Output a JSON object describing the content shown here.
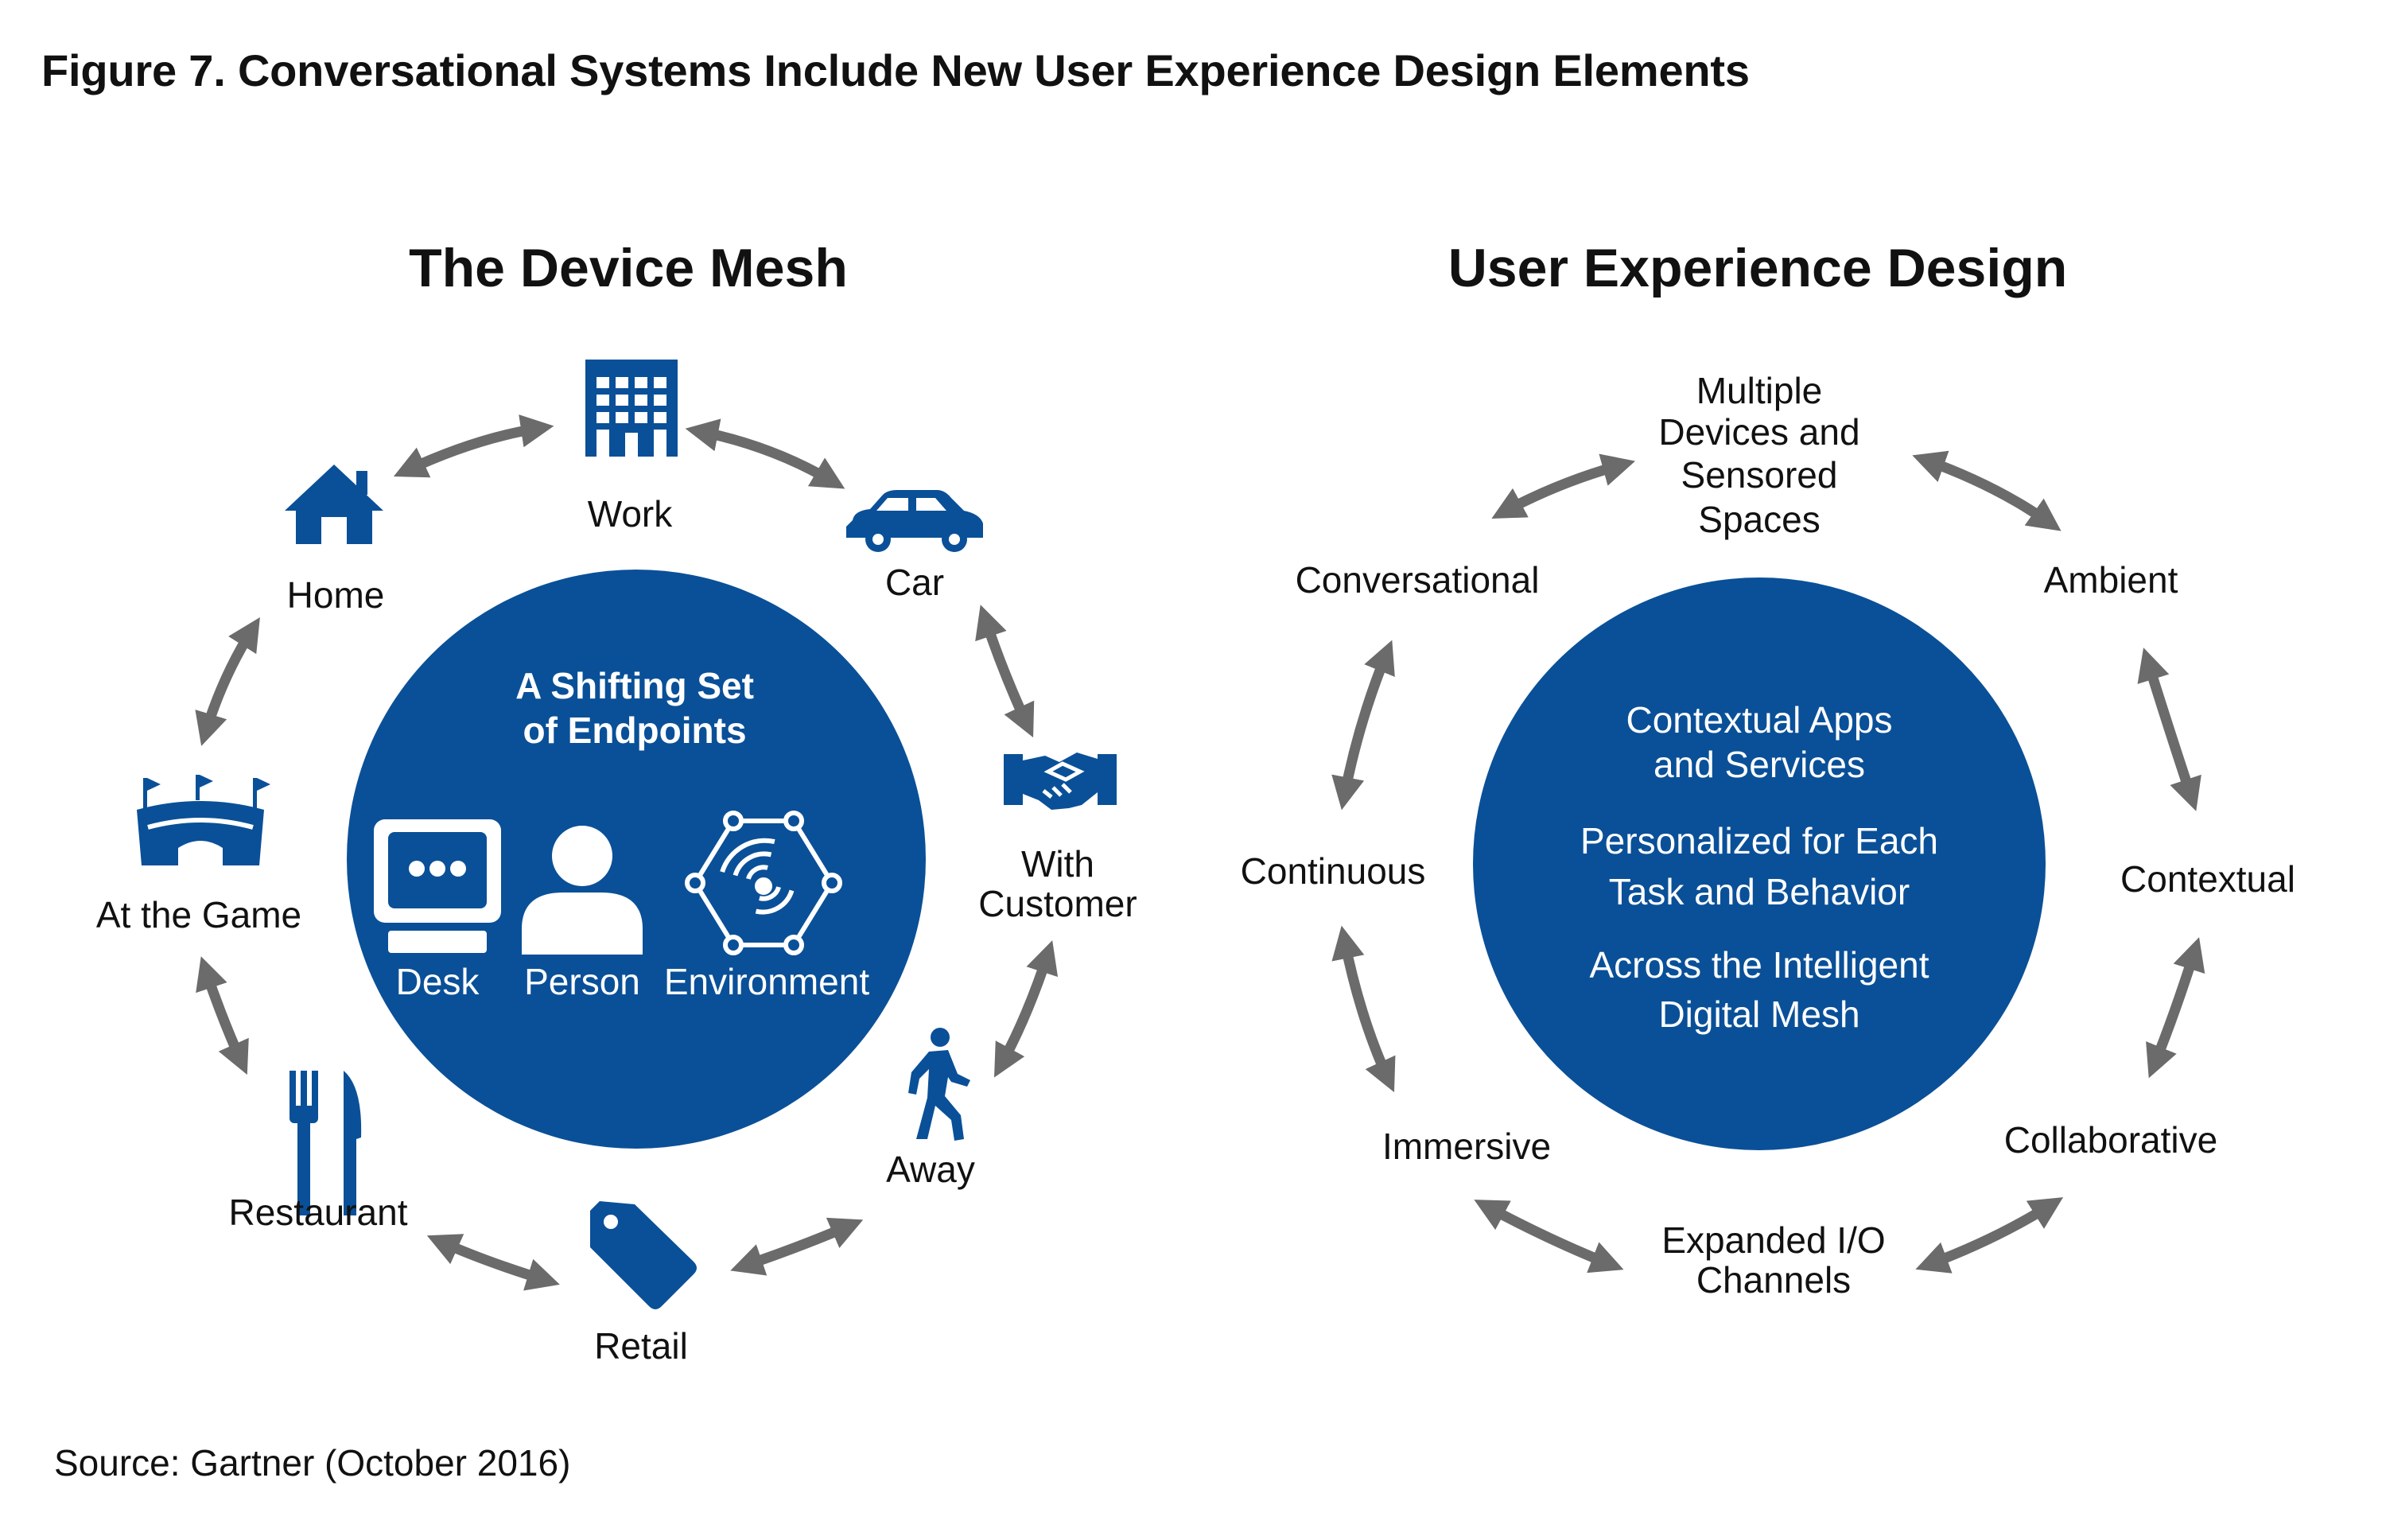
{
  "figure_title": "Figure 7. Conversational Systems Include New User Experience Design Elements",
  "device_mesh": {
    "title": "The Device Mesh",
    "center_heading": [
      "A Shifting Set",
      "of Endpoints"
    ],
    "endpoints": [
      {
        "label": "Desk",
        "icon": "desk-terminal-icon"
      },
      {
        "label": "Person",
        "icon": "person-icon"
      },
      {
        "label": "Environment",
        "icon": "environment-sensor-icon"
      }
    ],
    "nodes": [
      {
        "lines": [
          "Work"
        ],
        "icon": "building-icon"
      },
      {
        "lines": [
          "Car"
        ],
        "icon": "car-icon"
      },
      {
        "lines": [
          "With",
          "Customer"
        ],
        "icon": "handshake-icon"
      },
      {
        "lines": [
          "Away"
        ],
        "icon": "walking-person-icon"
      },
      {
        "lines": [
          "Retail"
        ],
        "icon": "price-tag-icon"
      },
      {
        "lines": [
          "Restaurant"
        ],
        "icon": "fork-knife-icon"
      },
      {
        "lines": [
          "At the Game"
        ],
        "icon": "stadium-icon"
      },
      {
        "lines": [
          "Home"
        ],
        "icon": "house-icon"
      }
    ]
  },
  "ux_design": {
    "title": "User Experience Design",
    "center_lines": [
      [
        "Contextual Apps",
        "and Services"
      ],
      [
        "Personalized for Each",
        "Task and Behavior"
      ],
      [
        "Across the Intelligent",
        "Digital Mesh"
      ]
    ],
    "nodes": [
      {
        "lines": [
          "Multiple",
          "Devices and",
          "Sensored",
          "Spaces"
        ]
      },
      {
        "lines": [
          "Ambient"
        ]
      },
      {
        "lines": [
          "Contextual"
        ]
      },
      {
        "lines": [
          "Collaborative"
        ]
      },
      {
        "lines": [
          "Expanded I/O",
          "Channels"
        ]
      },
      {
        "lines": [
          "Immersive"
        ]
      },
      {
        "lines": [
          "Continuous"
        ]
      },
      {
        "lines": [
          "Conversational"
        ]
      }
    ]
  },
  "source": "Source: Gartner (October 2016)",
  "colors": {
    "accent_blue": "#0a5098",
    "arrow_gray": "#6b6b6b",
    "text": "#111111"
  }
}
